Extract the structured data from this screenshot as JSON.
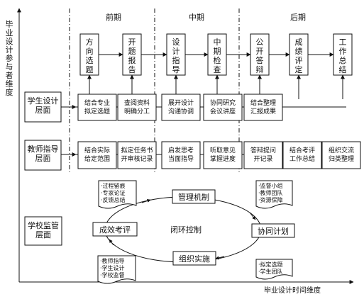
{
  "axes": {
    "y_label": "毕业设计参与者维度",
    "x_label": "毕业设计时间维度"
  },
  "phases": [
    "前期",
    "中期",
    "后期"
  ],
  "row_labels": {
    "student": "学生设计层面",
    "teacher": "教师指导层面",
    "school": "学校监管层面"
  },
  "steps": [
    "方向选题",
    "开题报告",
    "设计指导",
    "中期检查",
    "公开答辩",
    "成绩评定",
    "工作总结"
  ],
  "student_row": [
    "结合专业拟定选题",
    "查阅资料明确分工",
    "展开设计沟通协调",
    "协同研究会议讲座",
    "结合整理汇报成果"
  ],
  "teacher_row": [
    "结合实际给定范围",
    "拟定任务书开审核记录",
    "启发思考当面指导",
    "听取意见掌握进度",
    "答辩提问开记录",
    "结合考评工作总结",
    "组织交流归类整理"
  ],
  "cycle": {
    "center": "闭环控制",
    "top": "管理机制",
    "right": "协同计划",
    "bottom": "组织实施",
    "left": "成效考评"
  },
  "notes": {
    "top_left": [
      "·过程留痕",
      "·专家论证",
      "·反馈总结"
    ],
    "top_right": [
      "·监督小组",
      "·教师团队",
      "·资源保障"
    ],
    "bottom_left": [
      "·教师指导",
      "·学生设计",
      "·学校监督"
    ],
    "bottom_right": [
      "·拟定选题",
      "·学生团队"
    ]
  }
}
